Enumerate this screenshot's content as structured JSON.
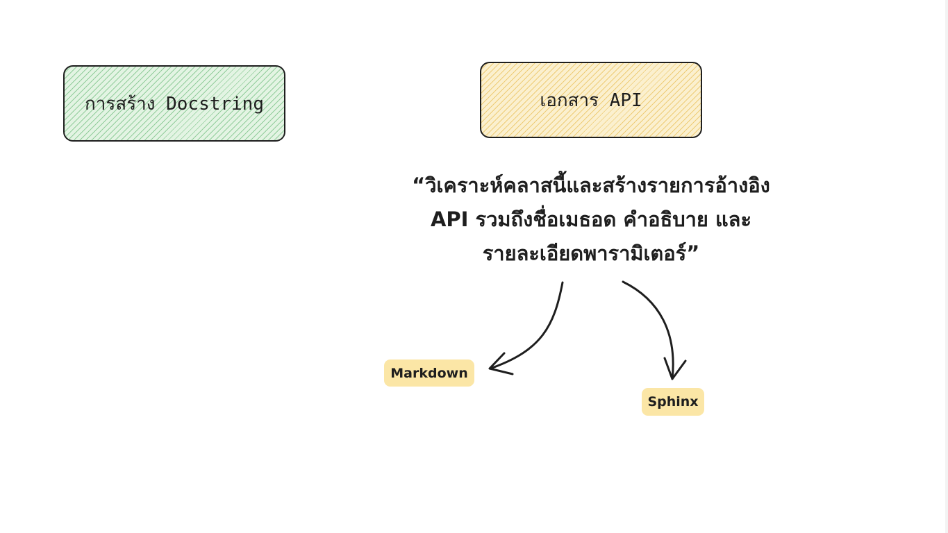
{
  "nodes": {
    "docstring": {
      "label": "การสร้าง Docstring",
      "color": "#2f9e44"
    },
    "api_docs": {
      "label": "เอกสาร API",
      "color": "#e0a81e"
    }
  },
  "prompt": {
    "lines": [
      "“วิเคราะห์คลาสนี้และสร้างรายการอ้างอิง",
      "API รวมถึงชื่อเมธอด คำอธิบาย และ",
      "รายละเอียดพารามิเตอร์”"
    ]
  },
  "outputs": {
    "markdown": "Markdown",
    "sphinx": "Sphinx",
    "tag_color": "#fbe6a6"
  }
}
